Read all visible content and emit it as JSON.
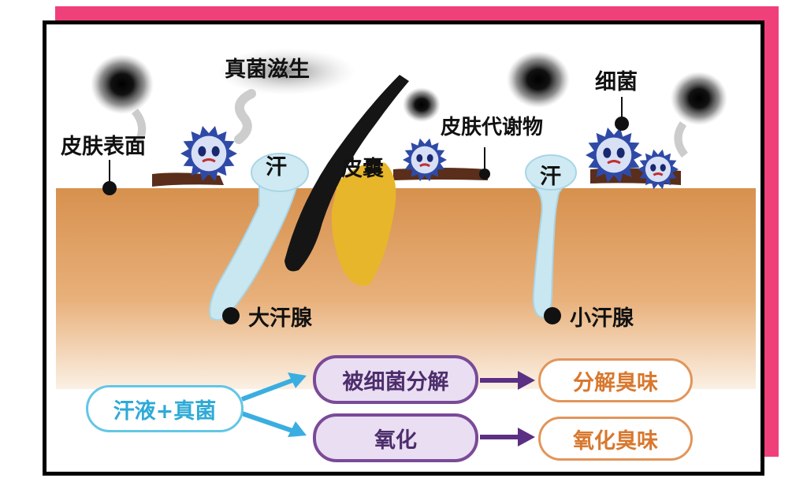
{
  "labels": {
    "fungus_growth": "真菌滋生",
    "skin_surface": "皮肤表面",
    "sweat_left": "汗",
    "follicle": "皮囊",
    "skin_metabolite": "皮肤代谢物",
    "bacteria": "细菌",
    "sweat_right": "汗",
    "apocrine_gland": "大汗腺",
    "eccrine_gland": "小汗腺"
  },
  "flow": {
    "source": "汗液+真菌",
    "step_decompose": "被细菌分解",
    "step_oxidize": "氧化",
    "result_decompose": "分解臭味",
    "result_oxidize": "氧化臭味"
  },
  "colors": {
    "frame": "#f0407a",
    "skin": "#dc9e5e",
    "sweat": "#bfe4f0",
    "follicle": "#e8b62a",
    "hair": "#151515",
    "bacteria": "#2f4aa6",
    "arrow_blue": "#3aaee0",
    "arrow_purple": "#5b2f83"
  },
  "icons": {
    "microbe": "spiky-bacteria-icon",
    "smoke": "odor-cloud-icon",
    "dot": "black-dot-marker"
  }
}
